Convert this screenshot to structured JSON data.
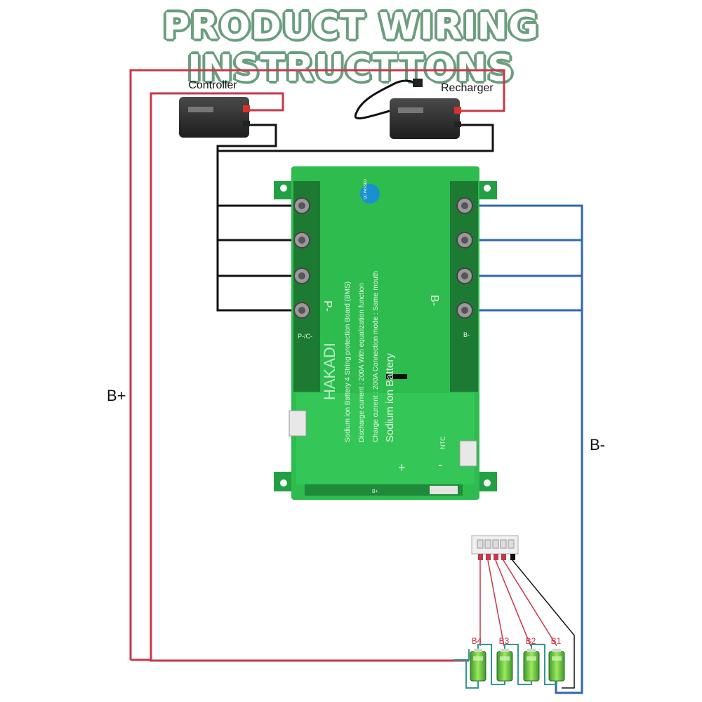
{
  "title": "PRODUCT WIRING INSTRUCTTONS",
  "devices": {
    "controller": "Controller",
    "recharger": "Recharger"
  },
  "labels": {
    "b_plus": "B+",
    "b_minus": "B-"
  },
  "board": {
    "brand": "HAKADI",
    "p_minus": "P-",
    "b_minus": "B-",
    "p_c_label": "P-/C-",
    "b_minus_small": "B-",
    "line1": "Sodium ion Battery 4 String protection Board (BMS)",
    "line2": "Discharge current : 200A  With equalization function",
    "line3": "Charge current : 200A   Connection mode : Same mouth",
    "product": "Sodium ion Battery",
    "plus": "+",
    "minus": "-",
    "ntc": "NTC",
    "qc": "QC PASSED",
    "b_plus_small": "B+"
  },
  "cells": [
    "B4",
    "B3",
    "B2",
    "B1"
  ],
  "colors": {
    "positive_wire": "#c8374a",
    "negative_wire": "#2f67b5",
    "load_wire": "#111111",
    "board_green": "#2ebc4f",
    "title_outline": "#6b9e7f"
  }
}
